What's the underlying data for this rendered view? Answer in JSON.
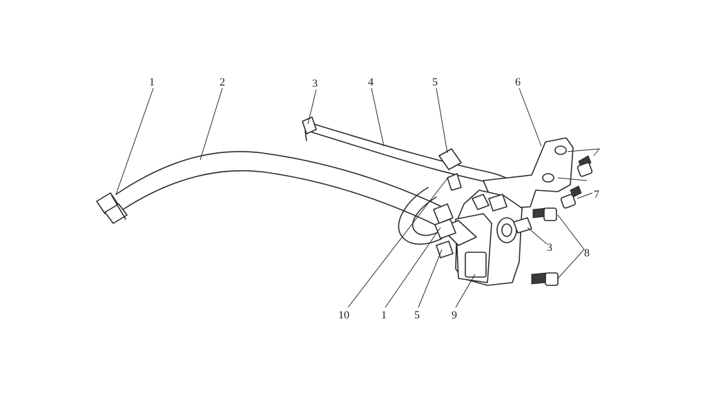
{
  "diagram": {
    "callouts": [
      {
        "id": "c1a",
        "text": "1"
      },
      {
        "id": "c2",
        "text": "2"
      },
      {
        "id": "c3a",
        "text": "3"
      },
      {
        "id": "c4",
        "text": "4"
      },
      {
        "id": "c5a",
        "text": "5"
      },
      {
        "id": "c6",
        "text": "6"
      },
      {
        "id": "c7",
        "text": "7"
      },
      {
        "id": "c8",
        "text": "8"
      },
      {
        "id": "c3b",
        "text": "3"
      },
      {
        "id": "c10",
        "text": "10"
      },
      {
        "id": "c1b",
        "text": "1"
      },
      {
        "id": "c5b",
        "text": "5"
      },
      {
        "id": "c9",
        "text": "9"
      }
    ]
  }
}
